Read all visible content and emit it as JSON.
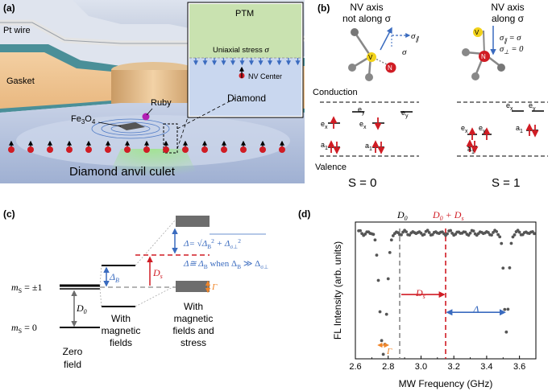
{
  "panel_a": {
    "label": "(a)",
    "pt_wire": "Pt wire",
    "gasket": "Gasket",
    "fe3o4": "Fe",
    "fe3o4_sub": "3",
    "fe3o4_o": "O",
    "fe3o4_sub2": "4",
    "ruby": "Ruby",
    "culet": "Diamond anvil culet",
    "inset_ptm": "PTM",
    "inset_stress": "Uniaxial stress ",
    "inset_sigma": "σ",
    "inset_nv": "NV Center",
    "inset_diamond": "Diamond"
  },
  "panel_b": {
    "label": "(b)",
    "left_title_1": "NV axis",
    "left_title_2": "not along σ",
    "right_title_1": "NV axis",
    "right_title_2": "along σ",
    "sigma_par": "σ",
    "sigma_par_sub": "∥",
    "sigma": "σ",
    "v_label": "V",
    "n_label": "N",
    "eq1": "σ",
    "eq1_sub": "∥",
    "eq1_rhs": " = σ",
    "eq2": "σ",
    "eq2_sub": "⊥",
    "eq2_rhs": " = 0",
    "conduction": "Conduction",
    "valence": "Valence",
    "ex": "e",
    "ex_sub": "x",
    "ey": "e",
    "ey_sub": "y",
    "a1": "a",
    "a1_sub": "1",
    "s0": "S = 0",
    "s1": "S = 1"
  },
  "panel_c": {
    "label": "(c)",
    "ms_pm1": "m",
    "ms_pm1_sub": "S",
    "ms_pm1_rhs": " = ±1",
    "ms_0": "m",
    "ms_0_sub": "S",
    "ms_0_rhs": " = 0",
    "d0": "D",
    "d0_sub": "0",
    "delta_b": "Δ",
    "delta_b_sub": "B",
    "ds": "D",
    "ds_sub": "s",
    "gamma": "Γ",
    "formula1": "Δ= ",
    "formula_sqrt": "√",
    "formula_inner": "Δ",
    "formula_inner_sub": "B",
    "formula_plus": " + Δ",
    "formula_sub2": "σ⊥",
    "formula2": "Δ≅ Δ",
    "formula2_b": "B",
    "formula2_when": " when Δ",
    "formula2_b2": "B",
    "formula2_gg": " ≫ Δ",
    "formula2_sub": "σ⊥",
    "zero_field_1": "Zero",
    "zero_field_2": "field",
    "mag_1": "With",
    "mag_2": "magnetic",
    "mag_3": "fields",
    "stress_1": "With",
    "stress_2": "magnetic",
    "stress_3": "fields and",
    "stress_4": "stress"
  },
  "panel_d": {
    "label": "(d)",
    "top_d0": "D",
    "top_d0_sub": "0",
    "top_d0ds": "D",
    "top_d0ds_sub": "0",
    "top_plus": " + D",
    "top_ds_sub": "s",
    "mid_ds": "D",
    "mid_ds_sub": "s",
    "mid_delta": "Δ",
    "gamma": "Γ",
    "ylabel": "FL Intensity (arb. units)",
    "xlabel": "MW Frequency (GHz)"
  },
  "chart_data": {
    "type": "scatter",
    "xlabel": "MW Frequency (GHz)",
    "ylabel": "FL Intensity (arb. units)",
    "xlim": [
      2.6,
      3.7
    ],
    "ylim": [
      0.0,
      1.0
    ],
    "xticks": [
      "2.6",
      "2.8",
      "3.0",
      "3.2",
      "3.4",
      "3.6"
    ],
    "tick_values": [
      2.6,
      2.8,
      3.0,
      3.2,
      3.4,
      3.6
    ],
    "vlines": [
      {
        "x": 2.87,
        "label": "D0",
        "color": "#888888"
      },
      {
        "x": 3.15,
        "label": "D0 + Ds",
        "color": "#d01c24"
      }
    ],
    "dips": [
      {
        "center": 2.77,
        "depth": 0.9,
        "width": 0.03
      },
      {
        "center": 3.52,
        "depth": 0.72,
        "width": 0.02
      }
    ],
    "baseline": 0.92,
    "marker_color": "#555555"
  },
  "colors": {
    "red": "#d01c24",
    "blue": "#3a6bbf",
    "orange": "#f0862a",
    "grey": "#6d6d6d",
    "ptm": "#c9e2b0",
    "diamond": "#c9d7ef"
  }
}
